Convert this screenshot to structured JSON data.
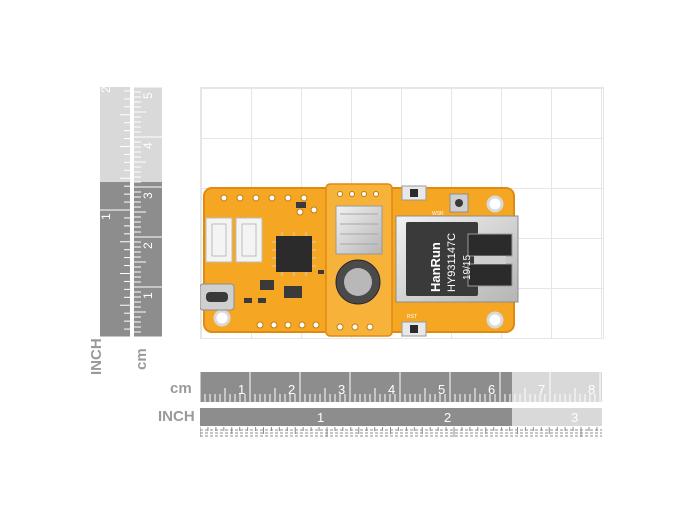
{
  "rulers": {
    "horizontal_unit_cm": "cm",
    "horizontal_unit_inch": "INCH",
    "vertical_unit_cm": "cm",
    "vertical_unit_inch": "INCH",
    "cm_ticks": [
      "1",
      "2",
      "3",
      "4",
      "5",
      "6",
      "7",
      "8"
    ],
    "inch_ticks": [
      "1",
      "2",
      "3"
    ],
    "vertical_cm_ticks": [
      "1",
      "2",
      "3",
      "4",
      "5"
    ],
    "vertical_inch_ticks": [
      "1",
      "2"
    ]
  },
  "board": {
    "jack_brand": "HanRun",
    "jack_model": "HY931147C",
    "jack_date": "19/15",
    "silk_rst": "RST",
    "silk_wsr": "WSR"
  },
  "colors": {
    "pcb": "#f5a623",
    "pcb_edge": "#e08a12",
    "ruler_dark": "#8d8d8d",
    "ruler_light": "#d9d9d9"
  }
}
